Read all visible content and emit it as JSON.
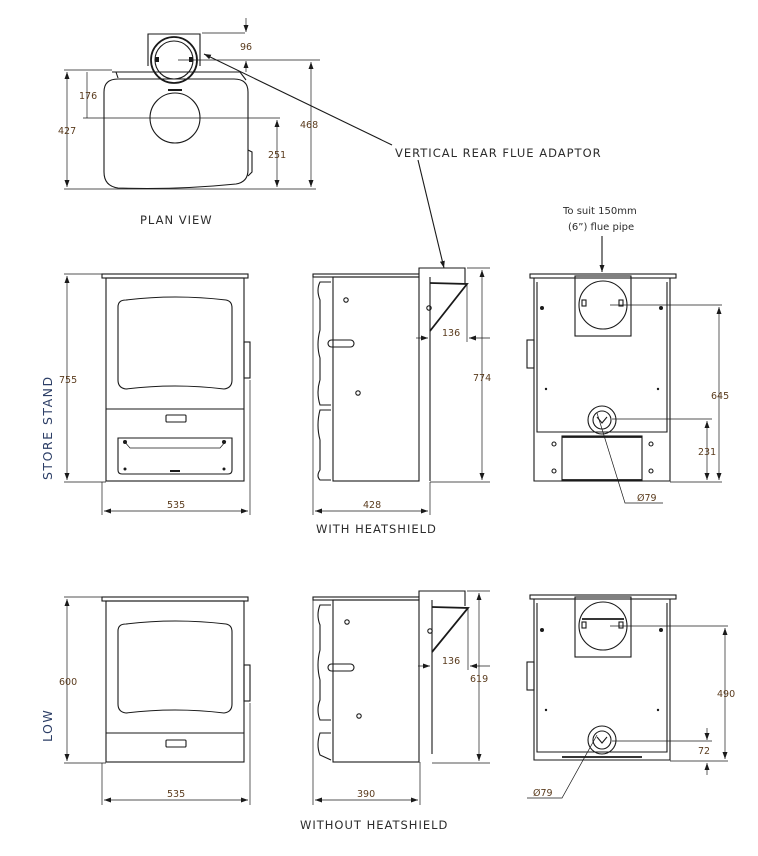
{
  "title": "Stove dimension drawing",
  "labels": {
    "plan_view": "PLAN VIEW",
    "vertical_rear_flue_adaptor": "VERTICAL REAR FLUE ADAPTOR",
    "flue_note_line1": "To suit 150mm",
    "flue_note_line2": "(6”) flue pipe",
    "with_heatshield": "WITH HEATSHIELD",
    "without_heatshield": "WITHOUT HEATSHIELD",
    "store_stand": "STORE STAND",
    "low": "LOW"
  },
  "plan_dims": {
    "d96": "96",
    "d176": "176",
    "d427": "427",
    "d468": "468",
    "d251": "251"
  },
  "store_stand_dims": {
    "front_height": "755",
    "front_width": "535",
    "side_height": "774",
    "side_depth": "428",
    "flue_offset": "136",
    "rear_flue_height": "645",
    "rear_outlet_height": "231",
    "outlet_diameter": "Ø79"
  },
  "low_dims": {
    "front_height": "600",
    "front_width": "535",
    "side_height": "619",
    "side_depth": "390",
    "flue_offset": "136",
    "rear_flue_height": "490",
    "rear_outlet_height": "72",
    "outlet_diameter": "Ø79"
  }
}
